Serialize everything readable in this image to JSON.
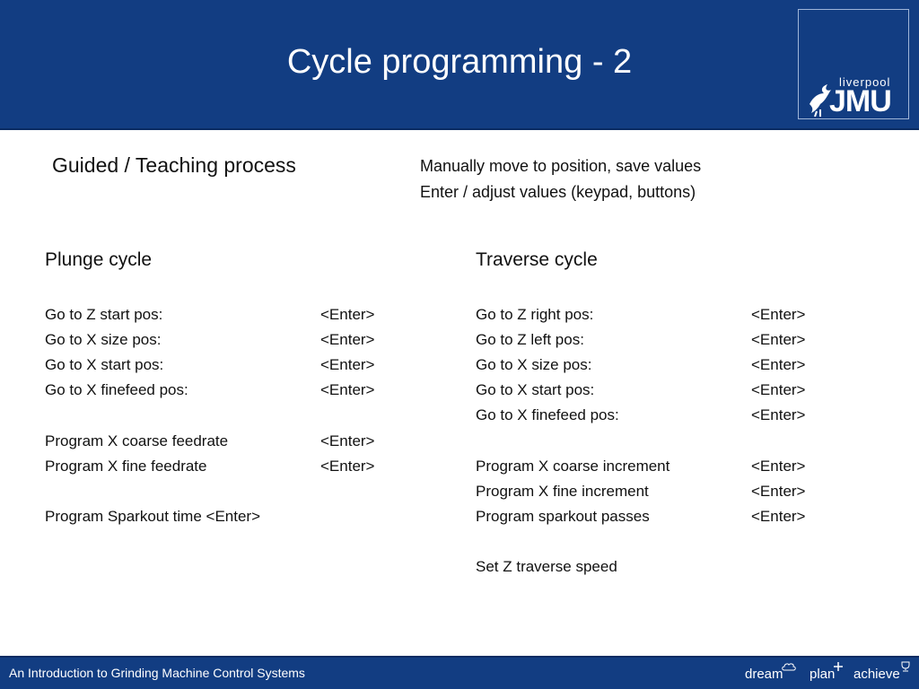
{
  "header": {
    "title": "Cycle programming - 2",
    "logo": {
      "text_top": "liverpool",
      "text_main": "JMU"
    }
  },
  "intro": {
    "guided": "Guided / Teaching process",
    "manual_line1": "Manually move to position, save values",
    "manual_line2": "Enter / adjust values  (keypad, buttons)"
  },
  "plunge": {
    "title": "Plunge cycle",
    "rows": [
      {
        "label": "Go to Z start pos:",
        "key": "<Enter>"
      },
      {
        "label": "Go to X size pos:",
        "key": "<Enter>"
      },
      {
        "label": "Go to X start pos:",
        "key": "<Enter>"
      },
      {
        "label": "Go to X finefeed pos:",
        "key": "<Enter>"
      },
      {
        "label": "Program X coarse feedrate",
        "key": "<Enter>"
      },
      {
        "label": "Program X fine feedrate",
        "key": "<Enter>"
      },
      {
        "label": "Program Sparkout time <Enter>",
        "key": ""
      }
    ]
  },
  "traverse": {
    "title": "Traverse cycle",
    "rows": [
      {
        "label": "Go to Z right pos:",
        "key": "<Enter>"
      },
      {
        "label": "Go to Z left pos:",
        "key": "<Enter>"
      },
      {
        "label": "Go to X size pos:",
        "key": "<Enter>"
      },
      {
        "label": "Go to X start pos:",
        "key": "<Enter>"
      },
      {
        "label": "Go to X finefeed pos:",
        "key": "<Enter>"
      },
      {
        "label": "Program X coarse increment",
        "key": "<Enter>"
      },
      {
        "label": "Program X fine increment",
        "key": "<Enter>"
      },
      {
        "label": "Program sparkout passes",
        "key": "<Enter>"
      },
      {
        "label": "Set  Z traverse  speed",
        "key": ""
      }
    ]
  },
  "footer": {
    "text": "An Introduction to Grinding Machine Control Systems",
    "tags": [
      "dream",
      "plan",
      "achieve"
    ],
    "tag_icons": [
      "cloud-icon",
      "plus-icon",
      "trophy-icon"
    ]
  },
  "colors": {
    "header_bg": "#123d82",
    "footer_bg": "#123d82",
    "text": "#111111"
  }
}
